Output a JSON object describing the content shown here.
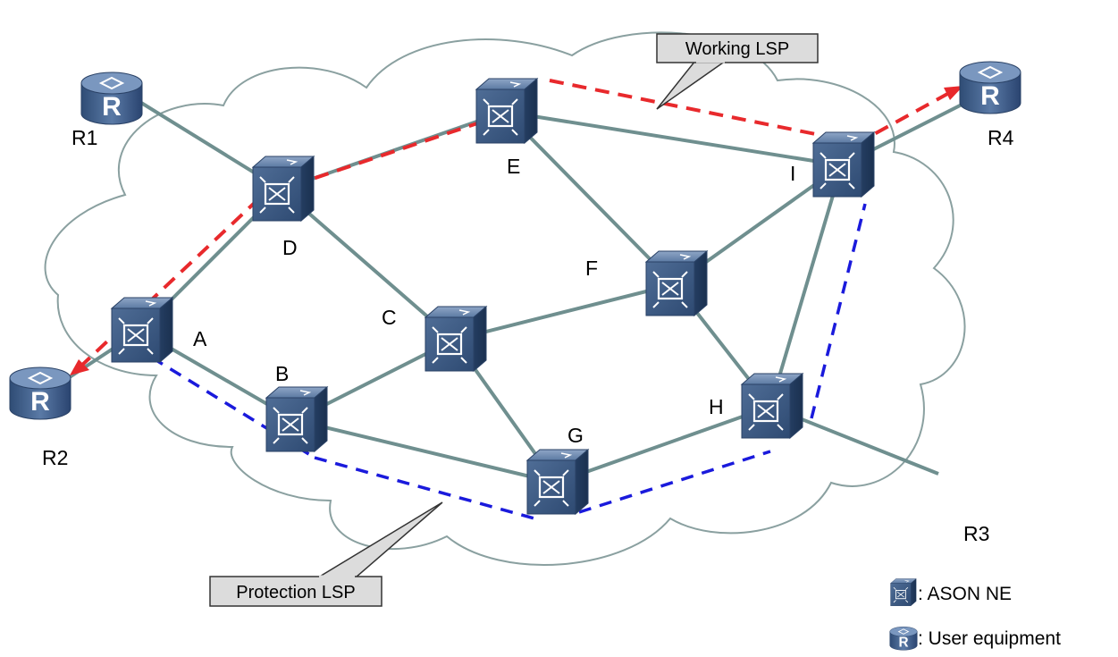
{
  "nodes": {
    "R1": "R1",
    "R2": "R2",
    "R3": "R3",
    "R4": "R4",
    "A": "A",
    "B": "B",
    "C": "C",
    "D": "D",
    "E": "E",
    "F": "F",
    "G": "G",
    "H": "H",
    "I": "I"
  },
  "router_glyph": "R",
  "callouts": {
    "working": "Working LSP",
    "protection": "Protection LSP"
  },
  "legend": {
    "ason_ne": ": ASON NE",
    "user_equipment": ": User equipment"
  },
  "colors": {
    "link": "#6f8f8f",
    "working_lsp": "#e8292c",
    "protection_lsp": "#1a1adc",
    "device": "#3f5d85",
    "cloud_outline": "#8aa0a0"
  }
}
